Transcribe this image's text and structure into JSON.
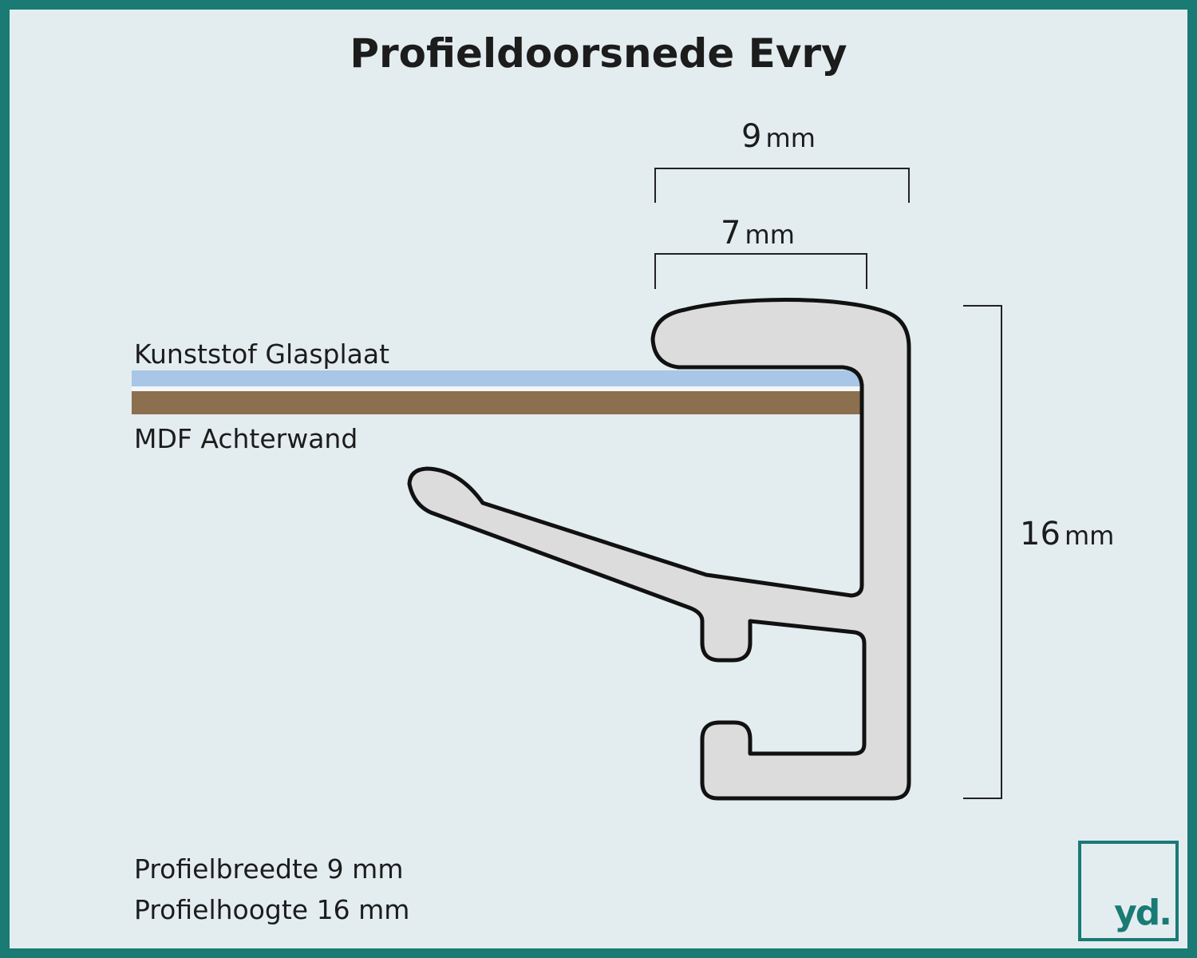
{
  "title": "Profieldoorsnede Evry",
  "dimensions": {
    "width_outer": {
      "value": "9",
      "unit": "mm"
    },
    "width_inner": {
      "value": "7",
      "unit": "mm"
    },
    "height": {
      "value": "16",
      "unit": "mm"
    }
  },
  "layers": {
    "glass": {
      "label": "Kunststof Glasplaat",
      "color": "#a8c6e6"
    },
    "backing": {
      "label": "MDF Achterwand",
      "color": "#8b6f4e"
    }
  },
  "profile_color": "#dcdcdc",
  "specs": {
    "width_line": "Profielbreedte 9 mm",
    "height_line": "Profielhoogte 16 mm"
  },
  "logo": {
    "text": "yd."
  },
  "colors": {
    "accent": "#1a7a74",
    "background": "#e3edf0"
  }
}
